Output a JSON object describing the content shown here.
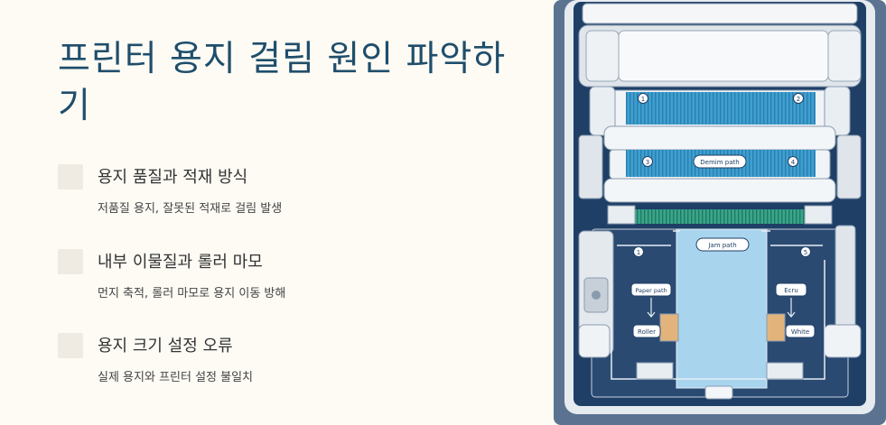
{
  "slide": {
    "title": "프린터 용지 걸림 원인 파악하기",
    "items": [
      {
        "title": "용지 품질과 적재 방식",
        "desc": "저품질 용지, 잘못된 적재로 걸림 발생"
      },
      {
        "title": "내부 이물질과 롤러 마모",
        "desc": "먼지 축적, 롤러 마모로 용지 이동 방해"
      },
      {
        "title": "용지 크기 설정 오류",
        "desc": "실제 용지와 프린터 설정 불일치"
      }
    ]
  },
  "figure": {
    "labels": {
      "n1": "1",
      "n2": "2",
      "n3": "3",
      "n4": "4",
      "n5": "5",
      "n6": "1",
      "demim": "Demim path",
      "jam": "Jam path",
      "paper": "Paper path",
      "ecru": "Ecru",
      "roller": "Roller",
      "white": "White"
    },
    "colors": {
      "frame": "#5b7391",
      "interior": "#1f3f66",
      "roller_blue": "#3fa0d0",
      "green": "#3aa58a",
      "paper": "#a8d4ee"
    }
  }
}
